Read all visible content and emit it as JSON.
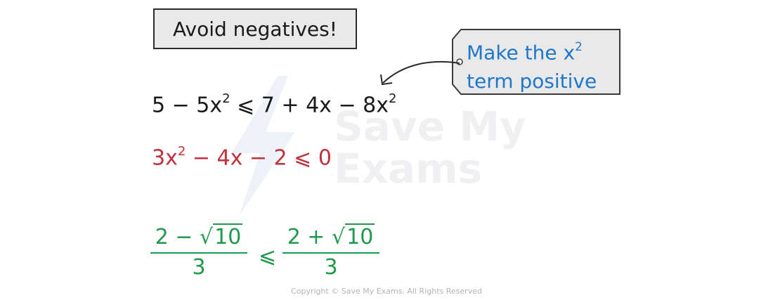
{
  "hint_box": {
    "text": "Avoid negatives!"
  },
  "tag": {
    "line1_main": "Make the x",
    "line1_sup": "2",
    "line2": "term positive",
    "border_color": "#3a3a3a",
    "text_color": "#1f77c9"
  },
  "watermark": {
    "line1": "Save My",
    "line2": "Exams"
  },
  "equation1": {
    "parts": [
      {
        "t": "5 − 5x"
      },
      {
        "s": "2"
      },
      {
        "t": " ⩽ 7 + 4x − 8x"
      },
      {
        "s": "2"
      }
    ],
    "color": "#1a1a1a"
  },
  "equation2": {
    "parts": [
      {
        "t": "3x"
      },
      {
        "s": "2"
      },
      {
        "t": " − 4x − 2 ⩽ 0"
      }
    ],
    "color": "#c0313c"
  },
  "result": {
    "left": {
      "num_prefix": "2 − ",
      "radicand": "10",
      "den": "3"
    },
    "relation": "⩽",
    "right": {
      "num_prefix": "2 + ",
      "radicand": "10",
      "den": "3"
    },
    "color": "#1f9a4a"
  },
  "copyright": "Copyright © Save My Exams. All Rights Reserved"
}
